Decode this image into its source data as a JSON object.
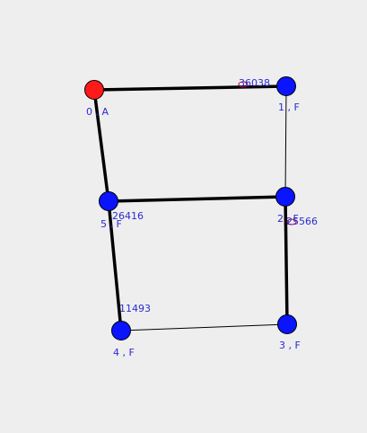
{
  "graph": {
    "colors": {
      "background": "#eeeeee",
      "start_node": "#ff1a1a",
      "node": "#0a14ff",
      "node_stroke": "#000000",
      "edge": "#000000",
      "label": "#2b2bd0",
      "weight_marker": "#c0003a"
    },
    "nodes": [
      {
        "id": "0",
        "label": "0 , A",
        "type": "start"
      },
      {
        "id": "1",
        "label": "1 , F",
        "type": "normal"
      },
      {
        "id": "2",
        "label": "2 , F",
        "type": "normal"
      },
      {
        "id": "3",
        "label": "3 , F",
        "type": "normal"
      },
      {
        "id": "4",
        "label": "4 , F",
        "type": "normal"
      },
      {
        "id": "5",
        "label": "5 , F",
        "type": "normal"
      }
    ],
    "edges": [
      {
        "from": "0",
        "to": "1",
        "weight": "36038",
        "bold": true
      },
      {
        "from": "0",
        "to": "5",
        "weight": "",
        "bold": true
      },
      {
        "from": "1",
        "to": "2",
        "weight": "",
        "bold": false
      },
      {
        "from": "5",
        "to": "2",
        "weight": "26416",
        "bold": true
      },
      {
        "from": "2",
        "to": "3",
        "weight": "25566",
        "bold": true
      },
      {
        "from": "5",
        "to": "4",
        "weight": "11493",
        "bold": true
      },
      {
        "from": "4",
        "to": "3",
        "weight": "",
        "bold": false
      }
    ]
  }
}
